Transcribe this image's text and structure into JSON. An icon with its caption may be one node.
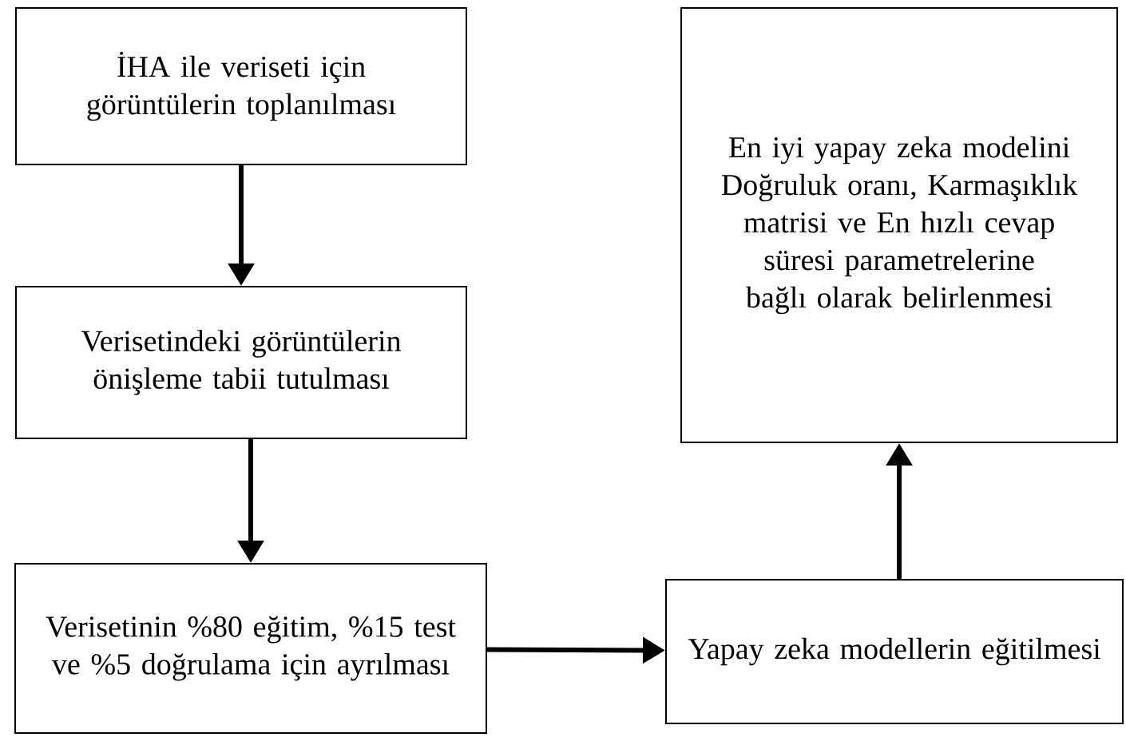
{
  "diagram": {
    "nodes": [
      {
        "text": [
          "İHA ile veriseti için görüntülerin toplanılması"
        ]
      },
      {
        "text": [
          "Verisetindeki görüntülerin önişleme tabii tutulması"
        ]
      },
      {
        "text": [
          "Verisetinin %80 eğitim, %15 test ve %5 doğrulama için ayrılması"
        ]
      },
      {
        "text": [
          "Yapay zeka modellerin eğitilmesi"
        ]
      },
      {
        "text": [
          "En iyi yapay zeka modelini Doğruluk oranı, Karmaşıklık matrisi ve En hızlı cevap süresi parametrelerine bağlı olarak belirlenmesi"
        ]
      }
    ],
    "edges": [
      {
        "from": 0,
        "to": 1,
        "arrow": "to"
      },
      {
        "from": 1,
        "to": 2,
        "arrow": "to"
      },
      {
        "from": 2,
        "to": 3,
        "arrow": "to"
      },
      {
        "from": 3,
        "to": 4,
        "arrow": "to"
      }
    ]
  }
}
